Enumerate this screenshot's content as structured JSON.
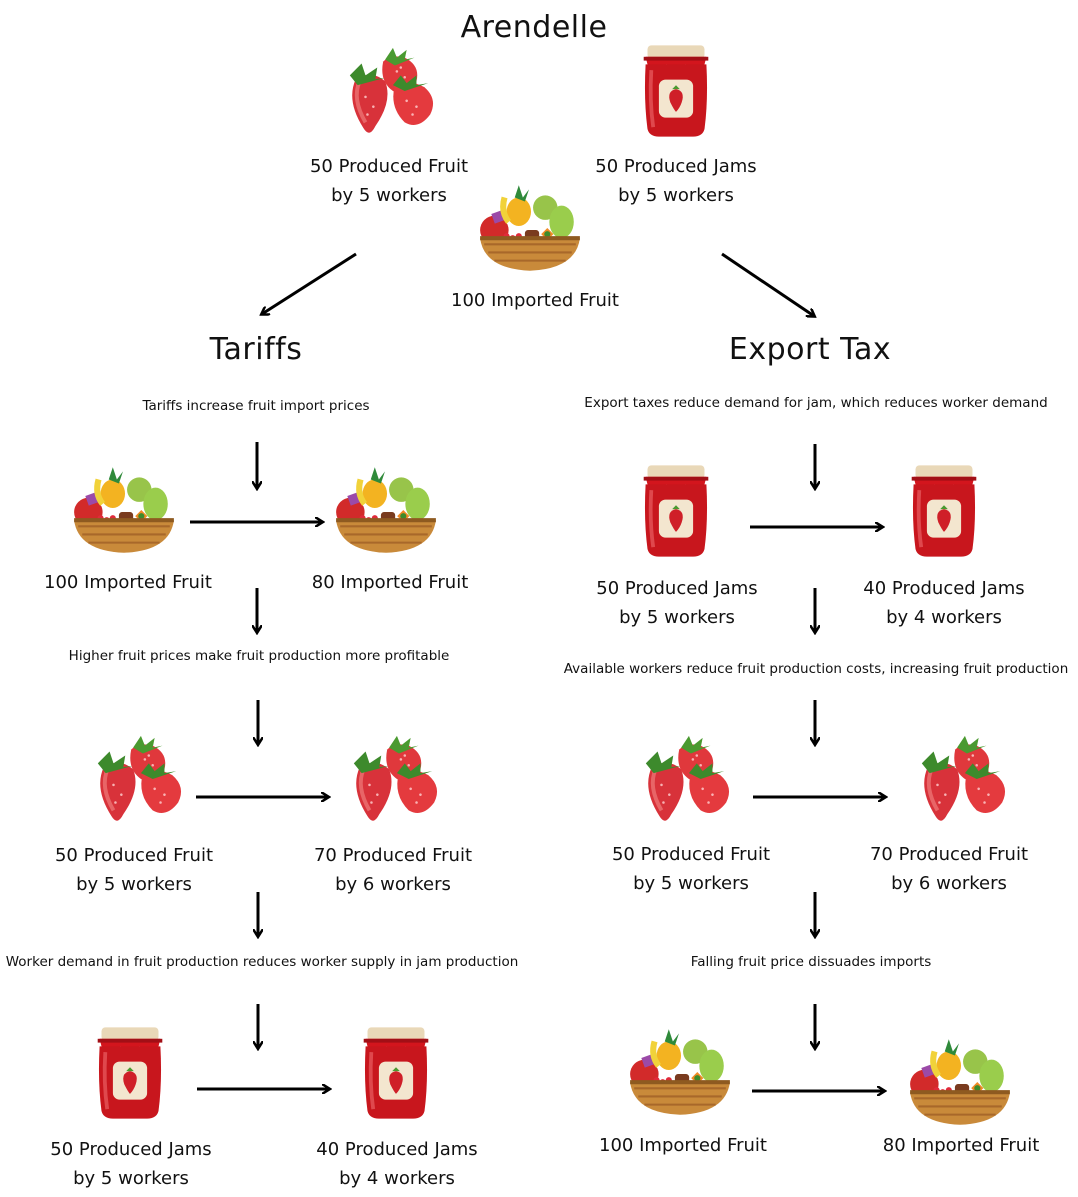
{
  "title": "Arendelle",
  "top": {
    "fruit_line1": "50 Produced Fruit",
    "fruit_line2": "by 5 workers",
    "jam_line1": "50 Produced Jams",
    "jam_line2": "by 5 workers",
    "imported": "100 Imported Fruit"
  },
  "tariffs": {
    "title": "Tariffs",
    "note1": "Tariffs increase fruit import prices",
    "import_before": "100 Imported Fruit",
    "import_after": "80 Imported Fruit",
    "note2": "Higher fruit prices make fruit production more profitable",
    "fruit_before_1": "50 Produced Fruit",
    "fruit_before_2": "by 5 workers",
    "fruit_after_1": "70 Produced Fruit",
    "fruit_after_2": "by 6 workers",
    "note3": "Worker demand in fruit production reduces worker supply in jam production",
    "jam_before_1": "50 Produced Jams",
    "jam_before_2": "by 5 workers",
    "jam_after_1": "40 Produced Jams",
    "jam_after_2": "by 4 workers"
  },
  "export": {
    "title": "Export Tax",
    "note1": "Export taxes reduce demand for jam, which reduces worker demand",
    "jam_before_1": "50 Produced Jams",
    "jam_before_2": "by 5 workers",
    "jam_after_1": "40 Produced Jams",
    "jam_after_2": "by 4 workers",
    "note2": "Available workers reduce fruit production costs, increasing fruit production",
    "fruit_before_1": "50 Produced Fruit",
    "fruit_before_2": "by 5 workers",
    "fruit_after_1": "70 Produced Fruit",
    "fruit_after_2": "by 6 workers",
    "note3": "Falling fruit price dissuades imports",
    "import_before": "100 Imported Fruit",
    "import_after": "80 Imported Fruit"
  },
  "icons": {
    "strawberry": "strawberry-icon",
    "jam": "jam-jar-icon",
    "basket": "fruit-basket-icon"
  },
  "colors": {
    "strawberry": "#e0383c",
    "jam": "#c8161d",
    "basket": "#c98a3a",
    "arrow": "#000000"
  }
}
